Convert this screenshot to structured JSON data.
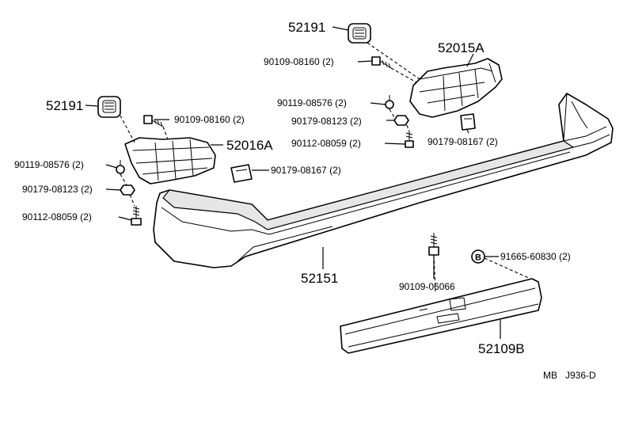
{
  "parts": {
    "p52191_top": "52191",
    "p52015A": "52015A",
    "p90109_08160_top": "90109-08160 (2)",
    "p90119_08576_top": "90119-08576 (2)",
    "p90179_08123_top": "90179-08123 (2)",
    "p90112_08059_top": "90112-08059 (2)",
    "p90179_08167_right": "90179-08167 (2)",
    "p52191_left": "52191",
    "p90109_08160_left": "90109-08160 (2)",
    "p52016A": "52016A",
    "p90119_08576_left": "90119-08576 (2)",
    "p90179_08167_left": "90179-08167 (2)",
    "p90179_08123_left": "90179-08123 (2)",
    "p90112_08059_left": "90112-08059 (2)",
    "p52151": "52151",
    "p90109_06066": "90109-06066",
    "p91665_60830": "91665-60830 (2)",
    "p52109B": "52109B",
    "b_marker": "B"
  },
  "footer": {
    "code_prefix": "MB",
    "code": "J936-D"
  }
}
